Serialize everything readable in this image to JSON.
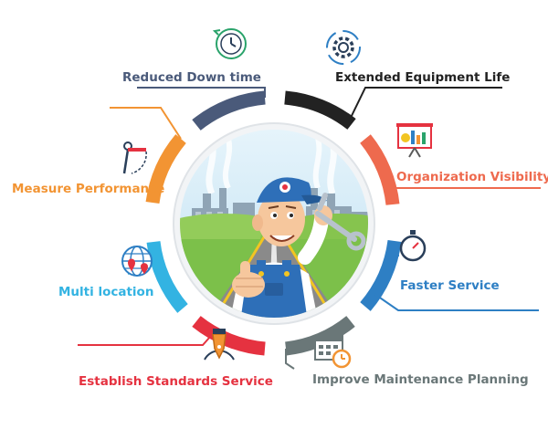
{
  "center_illustration": {
    "title": "mechanic-with-wrench",
    "sky": "#cfe9f7",
    "grass": "#7cc04a",
    "road": "#8a8a8a",
    "shirt": "#2e6fb8"
  },
  "benefits": [
    {
      "id": "reduced-down-time",
      "label": "Reduced Down time",
      "color": "#4a5a7a",
      "icon": "clock-icon"
    },
    {
      "id": "extended-equipment-life",
      "label": "Extended Equipment Life",
      "color": "#222222",
      "icon": "gear-icon"
    },
    {
      "id": "organization-visibility",
      "label": "Organization Visibility",
      "color": "#ee6a4e",
      "icon": "presentation-chart-icon"
    },
    {
      "id": "faster-service",
      "label": "Faster Service",
      "color": "#2e7fc4",
      "icon": "stopwatch-icon"
    },
    {
      "id": "improve-maintenance-planning",
      "label": "Improve Maintenance Planning",
      "color": "#6a7778",
      "icon": "calendar-clock-icon"
    },
    {
      "id": "establish-standards-service",
      "label": "Establish Standards Service",
      "color": "#e53240",
      "icon": "pen-nib-icon"
    },
    {
      "id": "multi-location",
      "label": "Multi location",
      "color": "#33b3e2",
      "icon": "globe-pin-icon"
    },
    {
      "id": "measure-performance",
      "label": "Measure Performance",
      "color": "#f29433",
      "icon": "compass-icon"
    }
  ]
}
